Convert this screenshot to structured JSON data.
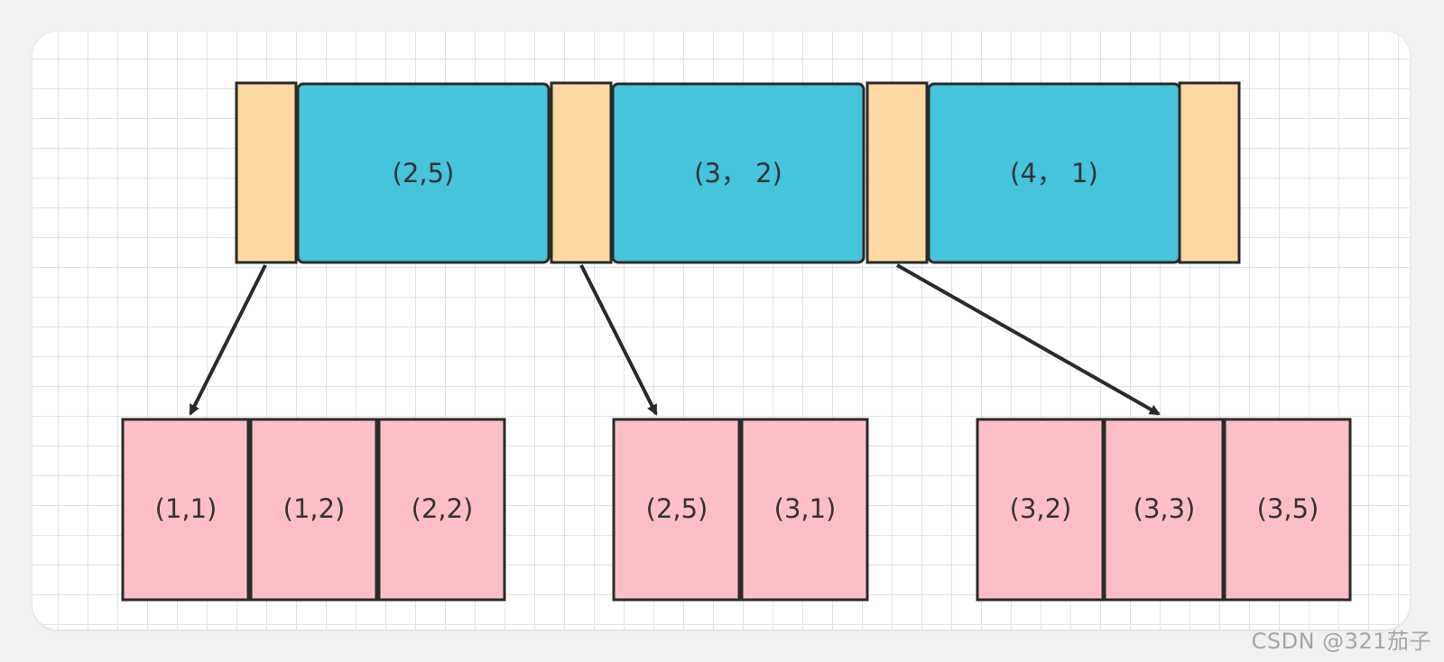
{
  "colors": {
    "key_fill": "#45c4dc",
    "pointer_fill": "#fdd8a0",
    "leaf_fill": "#fcbfc8",
    "stroke": "#2a2a2a"
  },
  "root": {
    "keys": [
      "(2,5)",
      "(3， 2)",
      "(4， 1)"
    ]
  },
  "leaves": [
    {
      "cells": [
        "(1,1)",
        "(1,2)",
        "(2,2)"
      ]
    },
    {
      "cells": [
        "(2,5)",
        "(3,1)"
      ]
    },
    {
      "cells": [
        "(3,2)",
        "(3,3)",
        "(3,5)"
      ]
    }
  ],
  "watermark": "CSDN @321茄子"
}
